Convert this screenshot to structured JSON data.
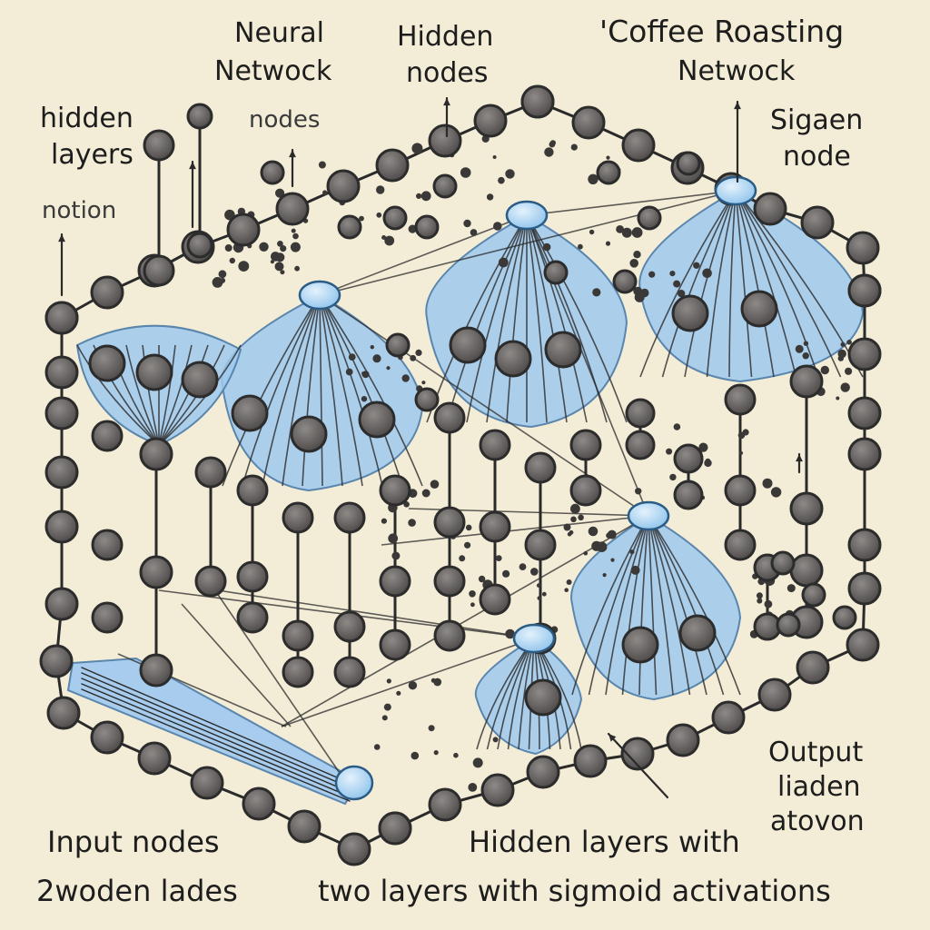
{
  "labels": {
    "neural_network": [
      "Neural",
      "Netwock"
    ],
    "nodes_top": "nodes",
    "hidden_nodes": [
      "Hidden",
      "nodes"
    ],
    "coffee": [
      "'Coffee Roasting",
      "Netwock"
    ],
    "hidden_layers": [
      "hidden",
      "layers"
    ],
    "notion": "notion",
    "sigaen": [
      "Sigaen",
      "node"
    ],
    "output": [
      "Output",
      "liaden",
      "atovon"
    ],
    "input_nodes": "Input nodes",
    "woden": "2woden lades",
    "hidden_layers_with": "Hidden layers with",
    "two_layers": "two layers with  sigmoid activations"
  },
  "colors": {
    "background": "#f3ecd6",
    "node_fill": "#6b6867",
    "node_stroke": "#2c2c2c",
    "cone_fill": "#9ec9ef",
    "apex_fill": "#b6daf6",
    "line": "#2a2a2a"
  }
}
